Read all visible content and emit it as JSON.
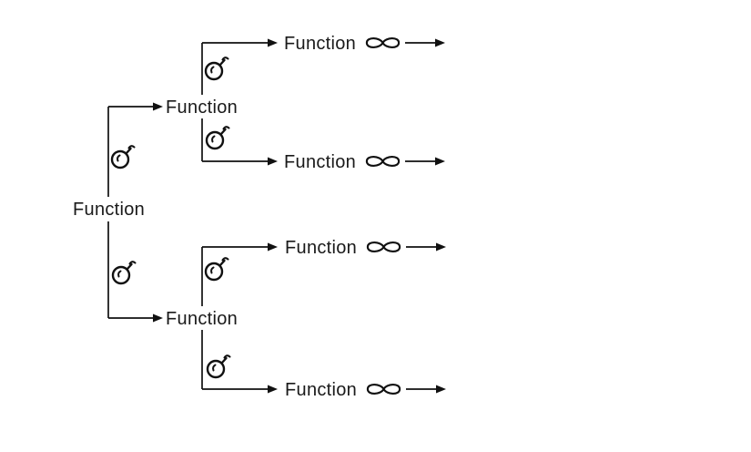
{
  "diagram": {
    "type": "function-orchestration-tree",
    "colors": {
      "background": "#ffffff",
      "stroke": "#111111",
      "text": "#1a1a1a"
    },
    "nodes": {
      "root": {
        "label": "Function"
      },
      "branch_top": {
        "label": "Function"
      },
      "branch_bottom": {
        "label": "Function"
      },
      "leaf_top_1": {
        "label": "Function"
      },
      "leaf_top_2": {
        "label": "Function"
      },
      "leaf_bottom_1": {
        "label": "Function"
      },
      "leaf_bottom_2": {
        "label": "Function"
      }
    },
    "icons": {
      "timer": "timer-icon",
      "infinity": "infinity-icon",
      "arrow": "arrow-right-icon"
    },
    "counts": {
      "timer_icons": 6,
      "infinity_icons": 4,
      "function_labels": 7
    }
  }
}
